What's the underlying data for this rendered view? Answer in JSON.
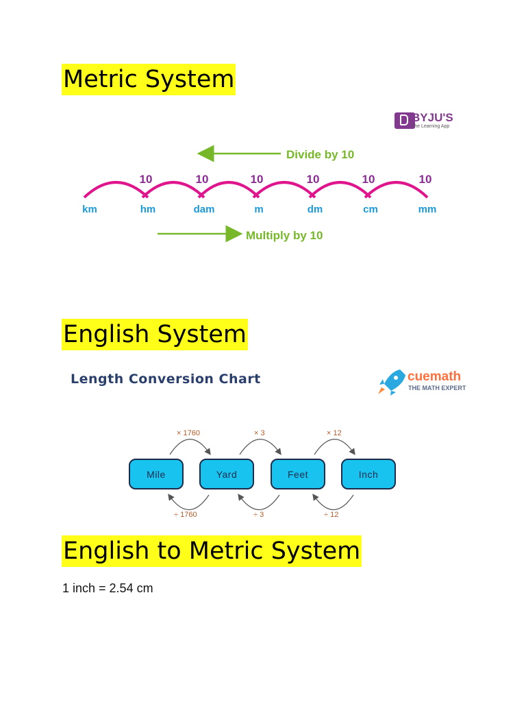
{
  "sections": {
    "metric_title": "Metric System",
    "english_title": "English System",
    "e2m_title": "English to Metric System",
    "e2m_fact": "1 inch = 2.54 cm"
  },
  "metric_chart": {
    "brand": "BYJU'S",
    "brand_tagline": "The Learning App",
    "divide_label": "Divide by 10",
    "multiply_label": "Multiply by 10",
    "units": [
      "km",
      "hm",
      "dam",
      "m",
      "dm",
      "cm",
      "mm"
    ],
    "factors": [
      "10",
      "10",
      "10",
      "10",
      "10",
      "10"
    ],
    "colors": {
      "arc": "#e0148c",
      "factor": "#8a2b94",
      "unit": "#1a9ad9",
      "arrow": "#77b82a"
    }
  },
  "english_chart": {
    "title": "Length Conversion Chart",
    "brand": "cuemath",
    "brand_tagline": "THE MATH EXPERT",
    "units": [
      "Mile",
      "Yard",
      "Feet",
      "Inch"
    ],
    "multiply_ops": [
      "× 1760",
      "× 3",
      "× 12"
    ],
    "divide_ops": [
      "÷ 1760",
      "÷ 3",
      "÷ 12"
    ],
    "colors": {
      "box": "#19c3f0",
      "border": "#1d2b4a",
      "op": "#b25a2a",
      "arrow": "#555555"
    }
  }
}
